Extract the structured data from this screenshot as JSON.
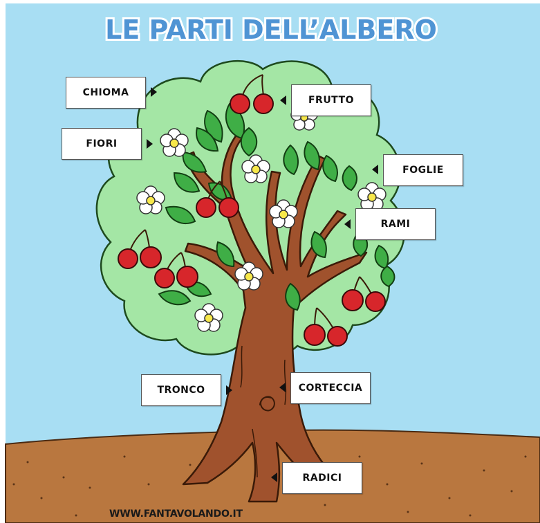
{
  "title": "LE PARTI DELL’ALBERO",
  "labels": {
    "chioma": "CHIOMA",
    "frutto": "FRUTTO",
    "fiori": "FIORI",
    "foglie": "FOGLIE",
    "rami": "RAMI",
    "tronco": "TRONCO",
    "corteccia": "CORTECCIA",
    "radici": "RADICI"
  },
  "credit": "WWW.FANTAVOLANDO.IT",
  "colors": {
    "sky": "#a8def3",
    "ground": "#b9773f",
    "canopy": "#a4e6a5",
    "trunk": "#a0522d",
    "leaf": "#3fae46",
    "cherry": "#d7262b",
    "title_fill": "#4f94d4"
  }
}
